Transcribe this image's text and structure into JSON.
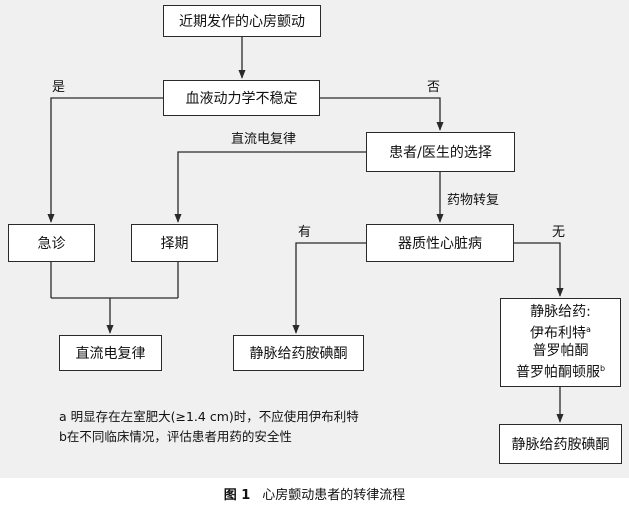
{
  "nodes": {
    "start": "近期发作的心房颤动",
    "hemo": "血液动力学不稳定",
    "choice": "患者/医生的选择",
    "emergency": "急诊",
    "elective": "择期",
    "dc": "直流电复律",
    "organic": "器质性心脏病",
    "amio_left": "静脉给药胺碘酮",
    "iv_title": "静脉给药:",
    "iv_ibutilide": "伊布利特",
    "iv_ibutilide_sup": "a",
    "iv_propafenone": "普罗帕酮",
    "iv_propafenone_oral": "普罗帕酮顿服",
    "iv_propafenone_oral_sup": "b",
    "amio_right": "静脉给药胺碘酮"
  },
  "labels": {
    "yes": "是",
    "no": "否",
    "dc_path": "直流电复律",
    "drug_path": "药物转复",
    "has": "有",
    "none": "无"
  },
  "notes": {
    "a": "a 明显存在左室肥大(≥1.4 cm)时，不应使用伊布利特",
    "b": "b在不同临床情况，评估患者用药的安全性"
  },
  "caption": {
    "label": "图 1",
    "text": "心房颤动患者的转律流程"
  }
}
